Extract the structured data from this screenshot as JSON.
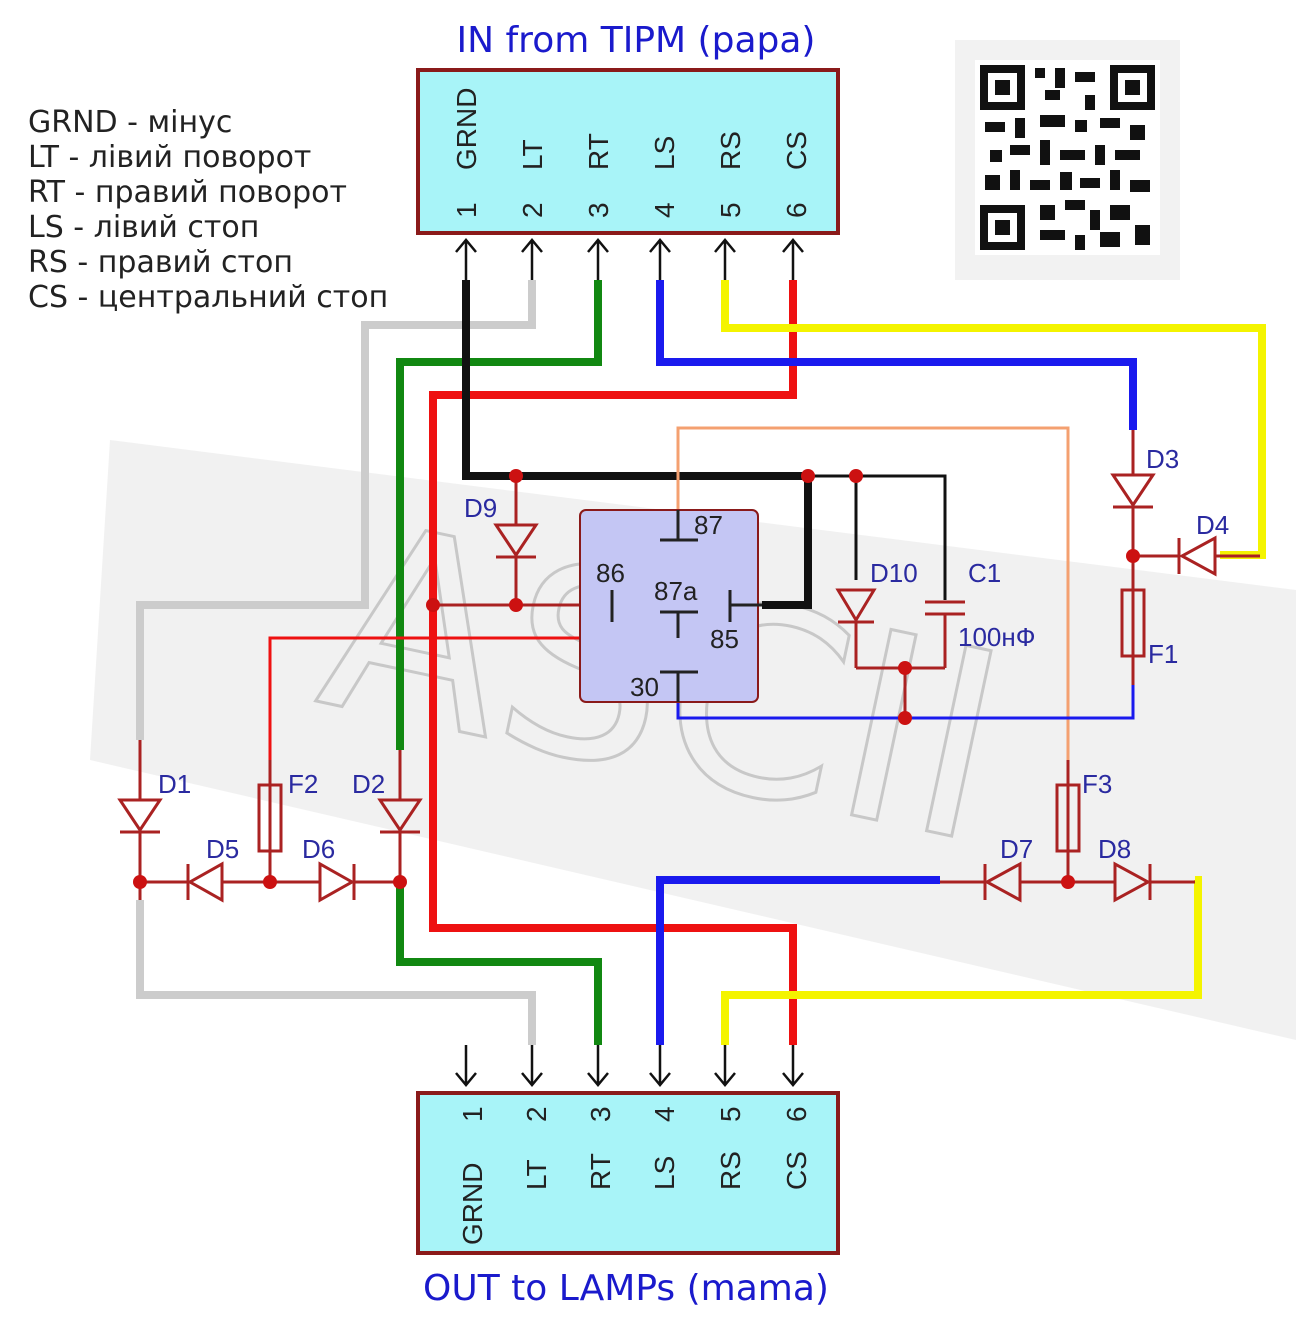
{
  "titles": {
    "top": "IN from TIPM (papa)",
    "bottom": "OUT to LAMPs (mama)"
  },
  "legend": [
    "GRND - мінус",
    "LT - лівий поворот",
    "RT - правий поворот",
    "LS - лівий стоп",
    "RS - правий стоп",
    "CS - центральний стоп"
  ],
  "connector_pins": [
    {
      "num": "1",
      "name": "GRND"
    },
    {
      "num": "2",
      "name": "LT"
    },
    {
      "num": "3",
      "name": "RT"
    },
    {
      "num": "4",
      "name": "LS"
    },
    {
      "num": "5",
      "name": "RS"
    },
    {
      "num": "6",
      "name": "CS"
    }
  ],
  "relay_pins": {
    "p87": "87",
    "p86": "86",
    "p87a": "87a",
    "p85": "85",
    "p30": "30"
  },
  "components": {
    "D1": "D1",
    "D2": "D2",
    "D3": "D3",
    "D4": "D4",
    "D5": "D5",
    "D6": "D6",
    "D7": "D7",
    "D8": "D8",
    "D9": "D9",
    "D10": "D10",
    "F1": "F1",
    "F2": "F2",
    "F3": "F3",
    "C1": "C1",
    "C1_value": "100нФ"
  },
  "watermark": "ASCII",
  "colors": {
    "connector_fill": "#a8f4f8",
    "connector_border": "#8a1a1a",
    "relay_fill": "#c4c6f4",
    "title_text": "#1a1acc",
    "component": "#aa2222",
    "wire_black": "#111111",
    "wire_gray": "#cccccc",
    "wire_green": "#118811",
    "wire_blue": "#1a1aee",
    "wire_yellow": "#f4f400",
    "wire_red": "#ee1111",
    "wire_orange": "#f4a070"
  }
}
